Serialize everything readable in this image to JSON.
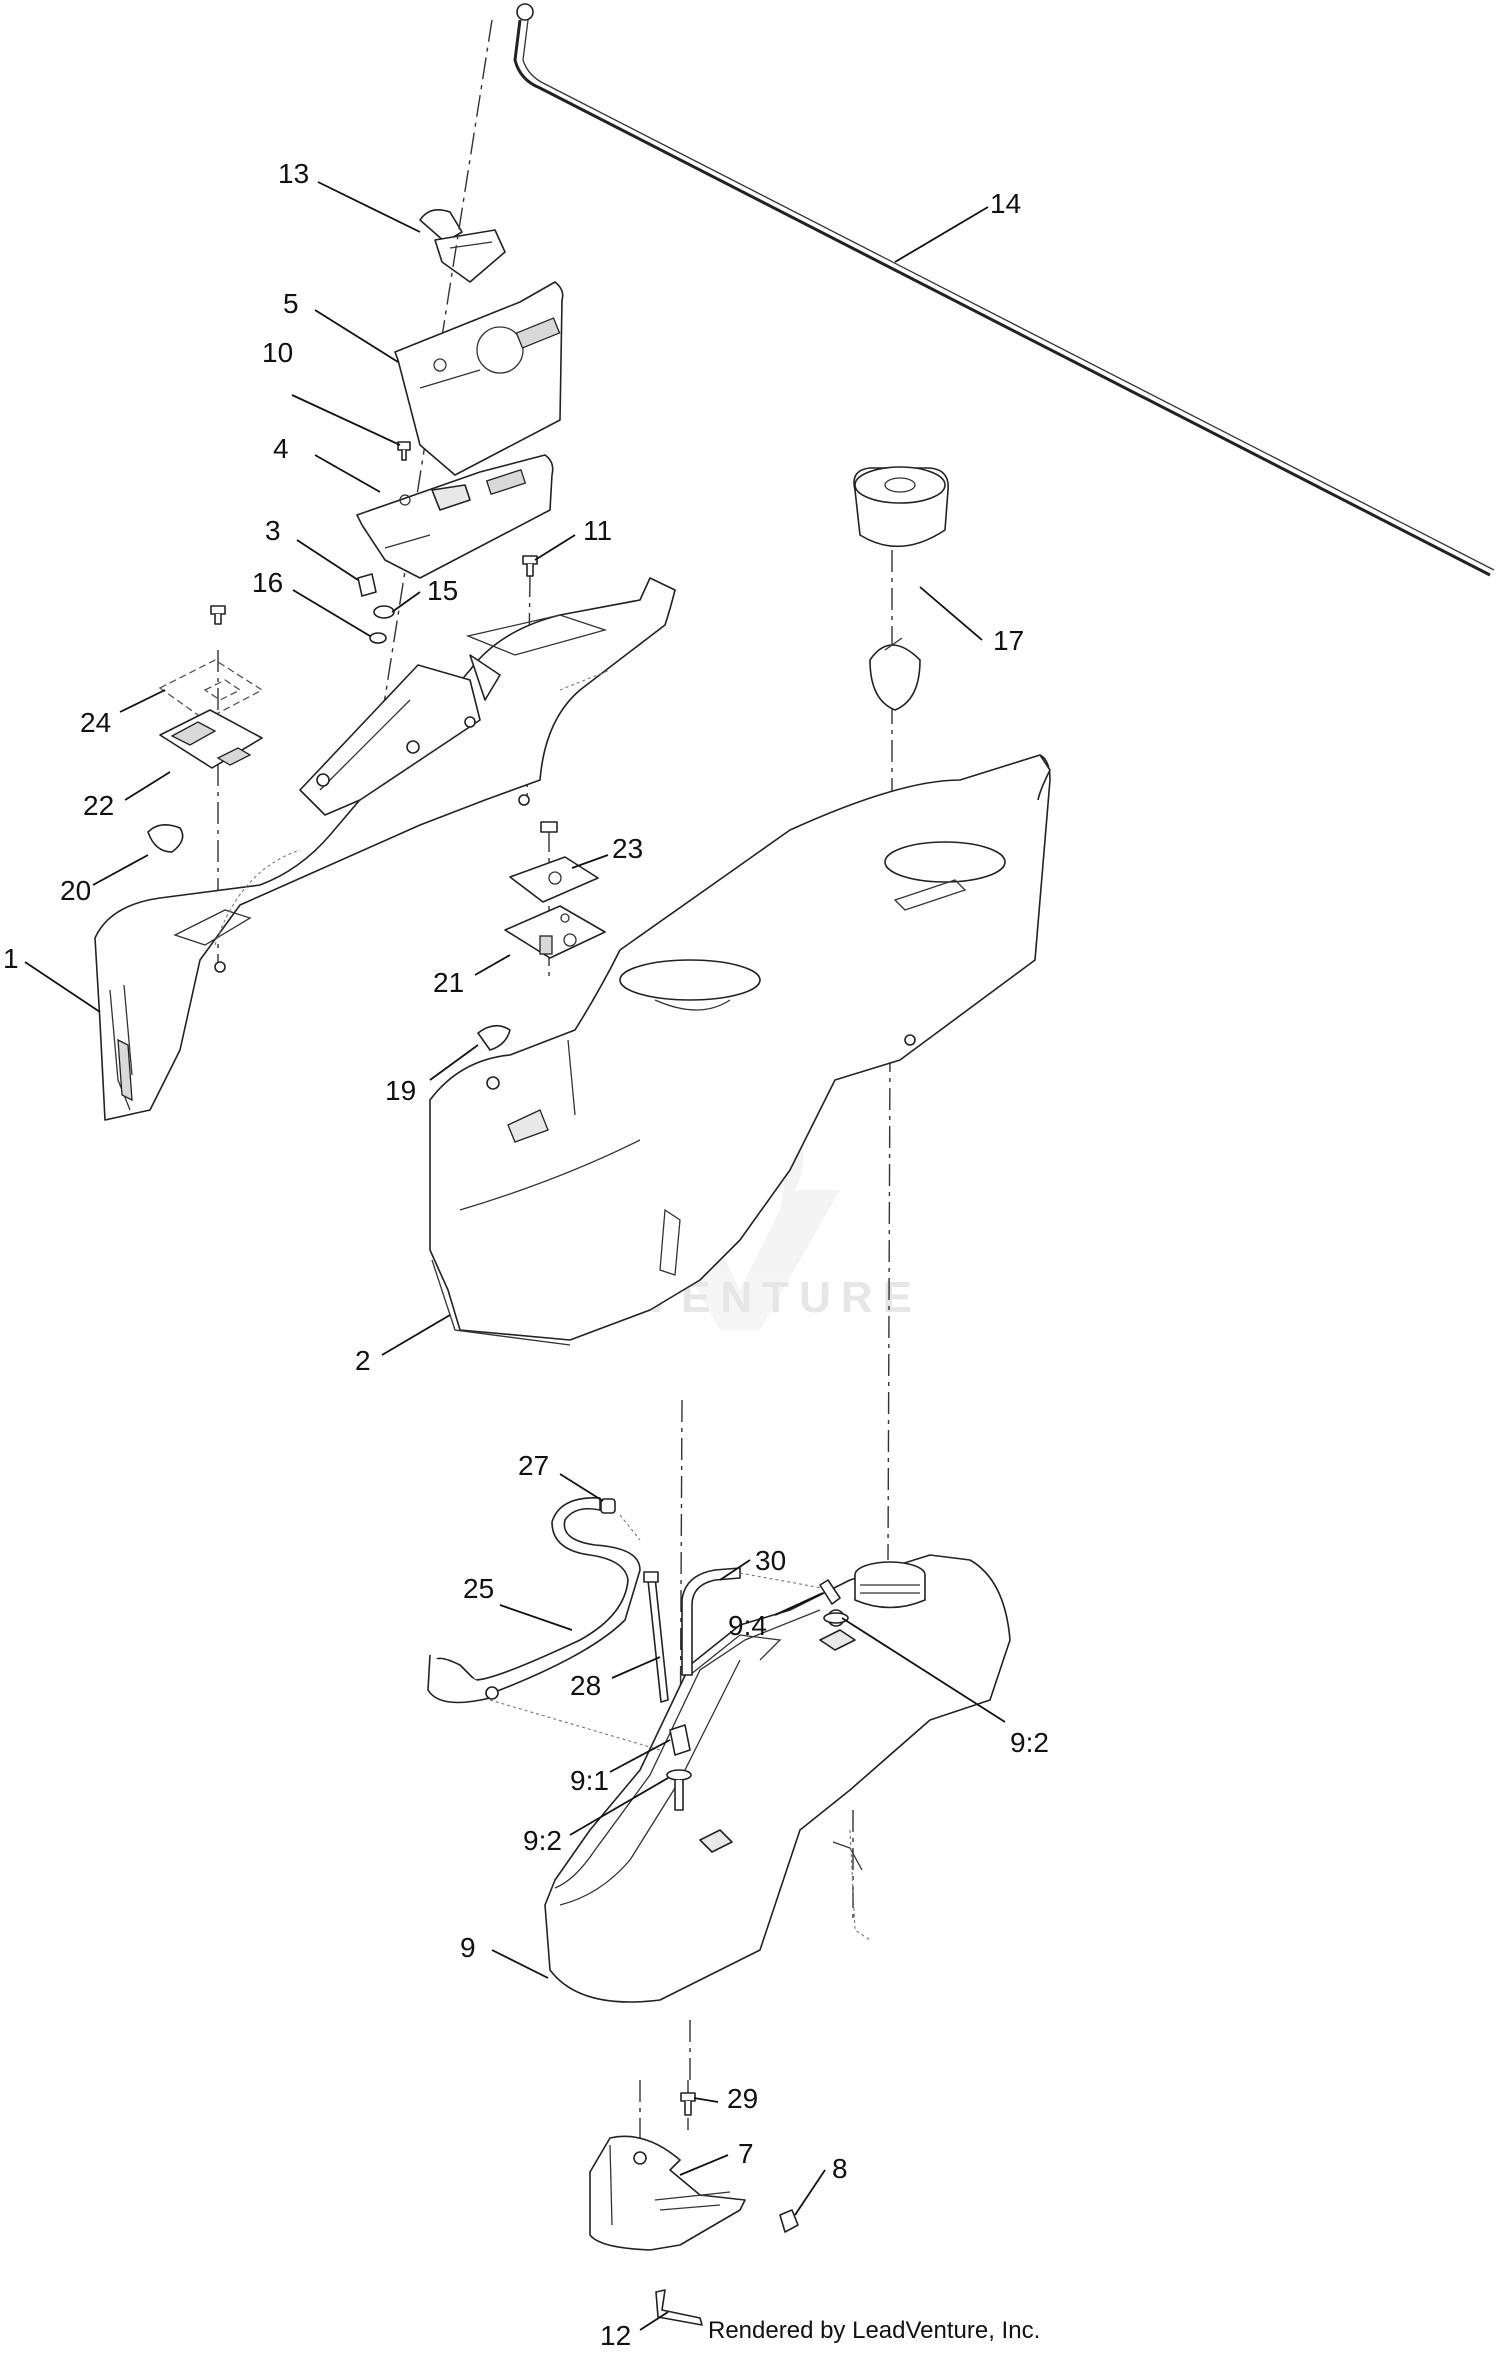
{
  "callouts": [
    {
      "id": "c13",
      "text": "13"
    },
    {
      "id": "c14",
      "text": "14"
    },
    {
      "id": "c5",
      "text": "5"
    },
    {
      "id": "c10",
      "text": "10"
    },
    {
      "id": "c4",
      "text": "4"
    },
    {
      "id": "c3",
      "text": "3"
    },
    {
      "id": "c11",
      "text": "11"
    },
    {
      "id": "c16",
      "text": "16"
    },
    {
      "id": "c15",
      "text": "15"
    },
    {
      "id": "c17",
      "text": "17"
    },
    {
      "id": "c24",
      "text": "24"
    },
    {
      "id": "c22",
      "text": "22"
    },
    {
      "id": "c20",
      "text": "20"
    },
    {
      "id": "c1",
      "text": "1"
    },
    {
      "id": "c23",
      "text": "23"
    },
    {
      "id": "c21",
      "text": "21"
    },
    {
      "id": "c19",
      "text": "19"
    },
    {
      "id": "c2",
      "text": "2"
    },
    {
      "id": "c27",
      "text": "27"
    },
    {
      "id": "c25",
      "text": "25"
    },
    {
      "id": "c30",
      "text": "30"
    },
    {
      "id": "c94",
      "text": "9:4"
    },
    {
      "id": "c28",
      "text": "28"
    },
    {
      "id": "c92a",
      "text": "9:2"
    },
    {
      "id": "c91",
      "text": "9:1"
    },
    {
      "id": "c92b",
      "text": "9:2"
    },
    {
      "id": "c9",
      "text": "9"
    },
    {
      "id": "c29",
      "text": "29"
    },
    {
      "id": "c7",
      "text": "7"
    },
    {
      "id": "c8",
      "text": "8"
    },
    {
      "id": "c12",
      "text": "12"
    }
  ],
  "watermark": "LEADVENTURE",
  "credit": "Rendered by LeadVenture, Inc."
}
